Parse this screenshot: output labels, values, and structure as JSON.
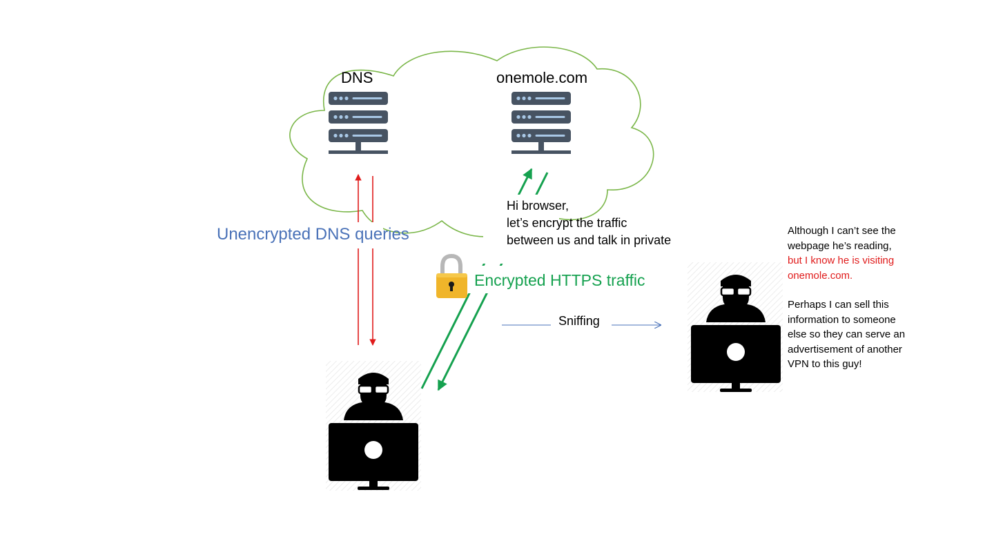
{
  "servers": {
    "dns_label": "DNS",
    "web_label": "onemole.com"
  },
  "labels": {
    "dns_queries": "Unencrypted DNS queries",
    "https_traffic": "Encrypted HTTPS traffic",
    "server_message": [
      "Hi browser,",
      "let’s encrypt the traffic",
      "between us and talk in private"
    ],
    "sniffing": "Sniffing"
  },
  "eavesdropper_note": {
    "part1_plain": "Although I can’t see the webpage he’s reading, ",
    "part1_red": "but I know he is visiting onemole.com.",
    "part2": "Perhaps I can sell this information to someone else so they can serve an advertisement of another VPN to this guy!"
  },
  "icons": [
    "cloud-icon",
    "server-icon",
    "padlock-icon",
    "user-computer-icon",
    "hacker-computer-icon"
  ],
  "colors": {
    "cloud_outline": "#7ab648",
    "server": "#475362",
    "dns_arrows": "#e01b1b",
    "https_arrows": "#15a14f",
    "dns_text": "#4a72b8",
    "https_text": "#15a14f",
    "highlight_text": "#e01b1b",
    "sniff_arrow": "#4a72b8"
  }
}
